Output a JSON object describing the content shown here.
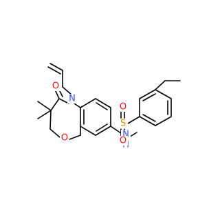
{
  "structure": {
    "name": "",
    "colors": {
      "bond": "#000000",
      "oxygen": "#ff0d0d",
      "nitrogen": "#3050f8",
      "sulfur": "#b8a000",
      "background": "#ffffff"
    },
    "atom_labels": {
      "ketone_oxygen": "O",
      "ring_nitrogen": "N",
      "ring_oxygen": "O",
      "amide_nitrogen": "N",
      "amide_hydrogen": "H",
      "sulfur": "S",
      "sulfonyl_oxygen_top": "O",
      "sulfonyl_oxygen_bottom": "O"
    }
  }
}
